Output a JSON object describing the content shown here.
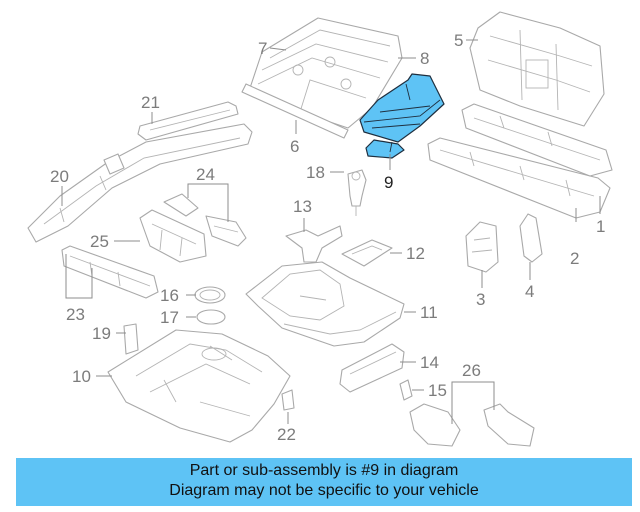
{
  "callouts": {
    "n1": "1",
    "n2": "2",
    "n3": "3",
    "n4": "4",
    "n5": "5",
    "n6": "6",
    "n7": "7",
    "n8": "8",
    "n9": "9",
    "n10": "10",
    "n11": "11",
    "n12": "12",
    "n13": "13",
    "n14": "14",
    "n15": "15",
    "n16": "16",
    "n17": "17",
    "n18": "18",
    "n19": "19",
    "n20": "20",
    "n21": "21",
    "n22": "22",
    "n23": "23",
    "n24": "24",
    "n25": "25",
    "n26": "26"
  },
  "highlight": {
    "part": "9",
    "color": "#5ec3f5"
  },
  "banner": {
    "background": "#5ec3f5",
    "line1": "Part or sub-assembly is #9 in diagram",
    "line2": "Diagram may not be specific to your vehicle"
  }
}
